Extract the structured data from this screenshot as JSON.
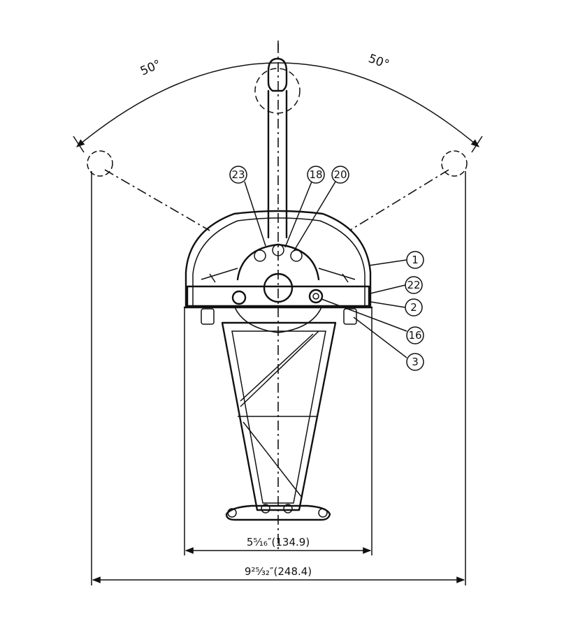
{
  "angles": {
    "left": "50°",
    "right": "50°"
  },
  "callouts": [
    "23",
    "18",
    "20",
    "1",
    "22",
    "2",
    "16",
    "3"
  ],
  "dimensions": {
    "inner_width": "5⁵⁄₁₆″(134.9)",
    "overall_width": "9²⁵⁄₃₂″(248.4)"
  }
}
